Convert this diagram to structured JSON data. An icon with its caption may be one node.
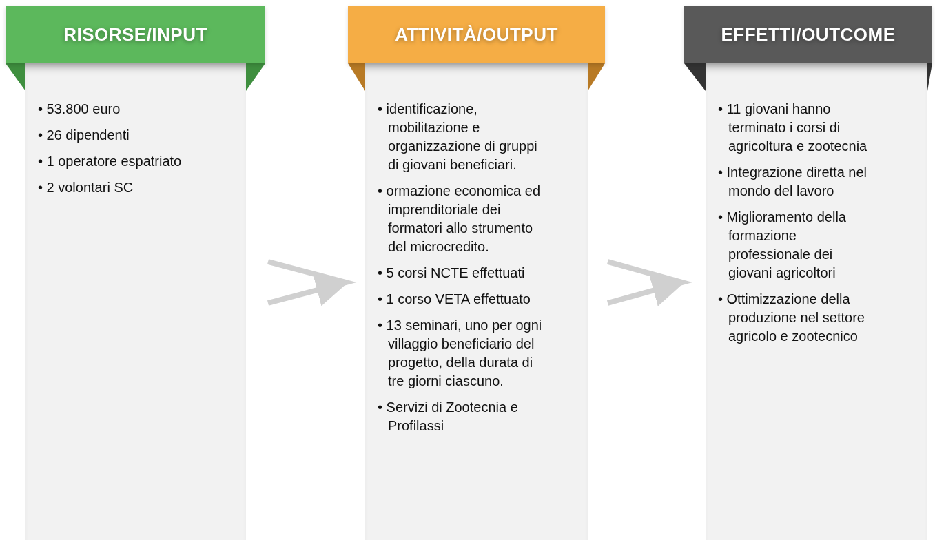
{
  "diagram": {
    "nodes": [
      {
        "text": [
          "RISORSE/INPUT",
          "• 53.800 euro",
          "• 26 dipendenti",
          "• 1 operatore espatriato",
          "• 2 volontari SC"
        ]
      },
      {
        "text": [
          "ATTIVITÀ/OUTPUT",
          "• identificazione, mobilitazione e organizzazione di gruppi di giovani beneficiari.",
          "• ormazione economica ed imprenditoriale dei formatori allo strumento del microcredito.",
          "• 5 corsi NCTE effettuati",
          "• 1 corso VETA effettuato",
          "• 13 seminari, uno per ogni villaggio beneficiario del progetto, della durata di tre giorni ciascuno.",
          "• Servizi di Zootecnia e Profilassi"
        ]
      },
      {
        "text": [
          "EFFETTI/OUTCOME",
          "• 11 giovani hanno terminato i corsi di agricoltura e zootecnia",
          "• Integrazione diretta nel mondo del lavoro",
          "• Miglioramento della formazione professionale dei giovani agricoltori",
          "• Ottimizzazione della produzione nel settore agricolo e zootecnico"
        ]
      }
    ],
    "edges": [
      {
        "from": 0,
        "to": 1,
        "arrow": "to"
      },
      {
        "from": 1,
        "to": 2,
        "arrow": "to"
      }
    ]
  }
}
